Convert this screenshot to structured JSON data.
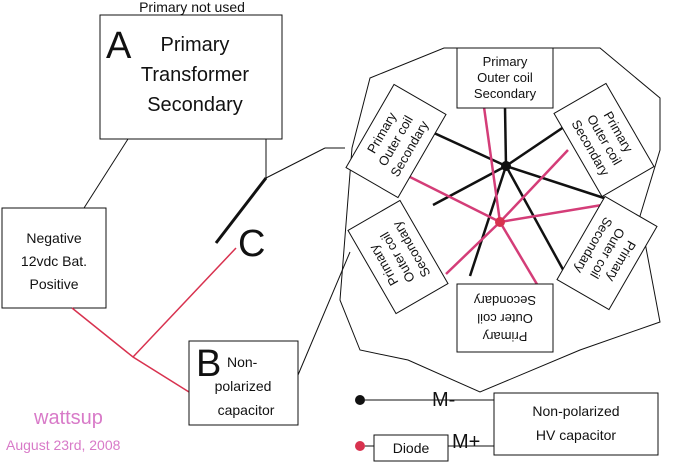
{
  "top_note": "Primary not used",
  "box_a": {
    "letter": "A",
    "line1": "Primary",
    "line2": "Transformer",
    "line3": "Secondary"
  },
  "battery": {
    "line1": "Negative",
    "line2": "12vdc Bat.",
    "line3": "Positive"
  },
  "switch_letter": "C",
  "box_b": {
    "letter": "B",
    "line1": "Non-",
    "line2": "polarized",
    "line3": "capacitor"
  },
  "coils": {
    "top": [
      "Primary",
      "Outer coil",
      "Secondary"
    ],
    "tr": [
      "Primary",
      "Outer coil",
      "Secondary"
    ],
    "right": [
      "Primary",
      "Outer coil",
      "Secondary"
    ],
    "bottom": [
      "Primary",
      "Outer coil",
      "Secondary"
    ],
    "left": [
      "Primary",
      "Outer coil",
      "Secondary"
    ],
    "tl": [
      "Primary",
      "Outer coil",
      "Secondary"
    ]
  },
  "legend": {
    "m_minus": "M-",
    "m_plus": "M+",
    "diode": "Diode",
    "hv_line1": "Non-polarized",
    "hv_line2": "HV capacitor"
  },
  "signature": {
    "name": "wattsup",
    "date": "August 23rd, 2008"
  },
  "colors": {
    "line": "#111111",
    "red": "#d8324f",
    "pink": "#d43d78",
    "signature": "#d87ac8"
  }
}
